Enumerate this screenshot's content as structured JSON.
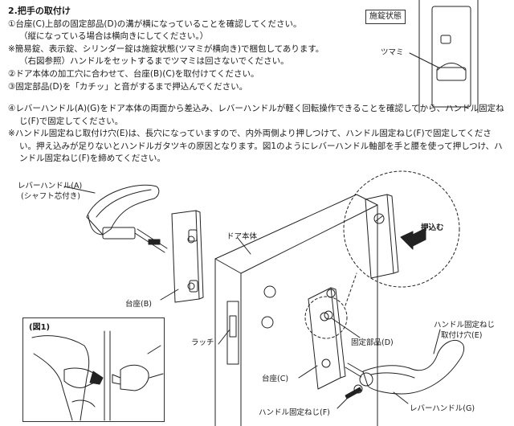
{
  "instructions": {
    "heading": "2.把手の取付け",
    "step1": "①台座(C)上部の固定部品(D)の溝が横になっていることを確認してください。",
    "step1_note": "（縦になっている場合は横向きにしてください。）",
    "note1": "※簡易錠、表示錠、シリンダー錠は施錠状態(ツマミが横向き)で梱包してあります。",
    "note1_sub": "（右図参照）ハンドルをセットするまでツマミは回さないでください。",
    "step2": "②ドア本体の加工穴に合わせて、台座(B)(C)を取付けてください。",
    "step3": "③固定部品(D)を「カチッ」と音がするまで押込んでください。",
    "step4": "④レバーハンドル(A)(G)をドア本体の両面から差込み、レバーハンドルが軽く回転操作できることを確認してから、ハンドル固定ねじ(F)で固定してください。",
    "note2": "※ハンドル固定ねじ取付け穴(E)は、長穴になっていますので、内外両側より押しつけて、ハンドル固定ねじ(F)で固定してください。押え込みが足りないとハンドルガタツキの原因となります。図1のようにレバーハンドル軸部を手と腰を使って押しつけ、ハンドル固定ねじ(F)を締めてください。"
  },
  "inset": {
    "badge": "施錠状態",
    "knob_label": "ツマミ"
  },
  "diagram": {
    "lever_a": "レバーハンドル(A)",
    "lever_a_sub": "(シャフト芯付き)",
    "base_b": "台座(B)",
    "door_body": "ドア本体",
    "latch": "ラッチ",
    "push_in": "押込む",
    "fixing_part_d": "固定部品(D)",
    "screw_hole_e_1": "ハンドル固定ねじ",
    "screw_hole_e_2": "取付け穴(E)",
    "base_c": "台座(C)",
    "screw_f": "ハンドル固定ねじ(F)",
    "lever_g": "レバーハンドル(G)",
    "figure1_title": "(図1)"
  }
}
